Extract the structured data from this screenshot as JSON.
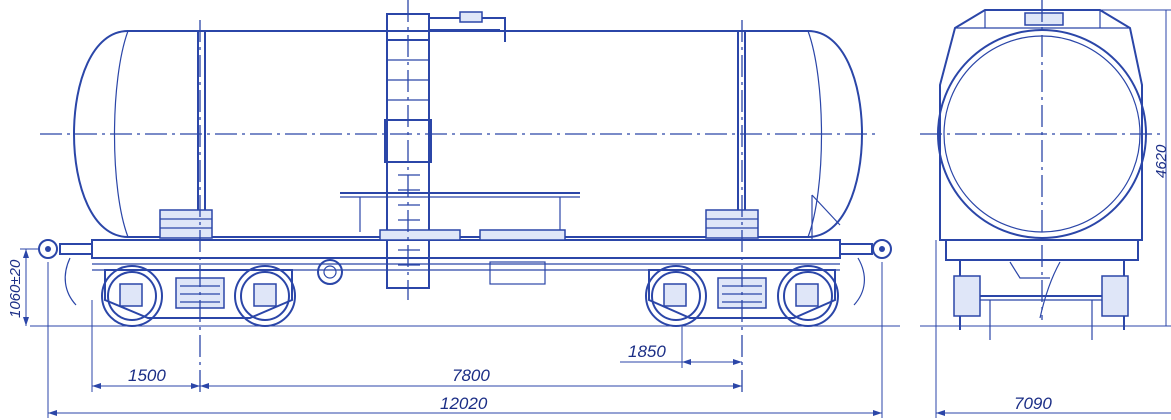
{
  "side_view": {
    "dimensions": {
      "bogie_wheelbase": "1500",
      "bogie_centers": "7800",
      "coupler_offset": "1850",
      "overall_length": "12020",
      "coupler_height": "1060±20"
    }
  },
  "end_view": {
    "dimensions": {
      "height": "4620",
      "width": "7090"
    }
  },
  "colors": {
    "line": "#2b46a8",
    "text": "#1b2e86",
    "background": "#ffffff"
  }
}
